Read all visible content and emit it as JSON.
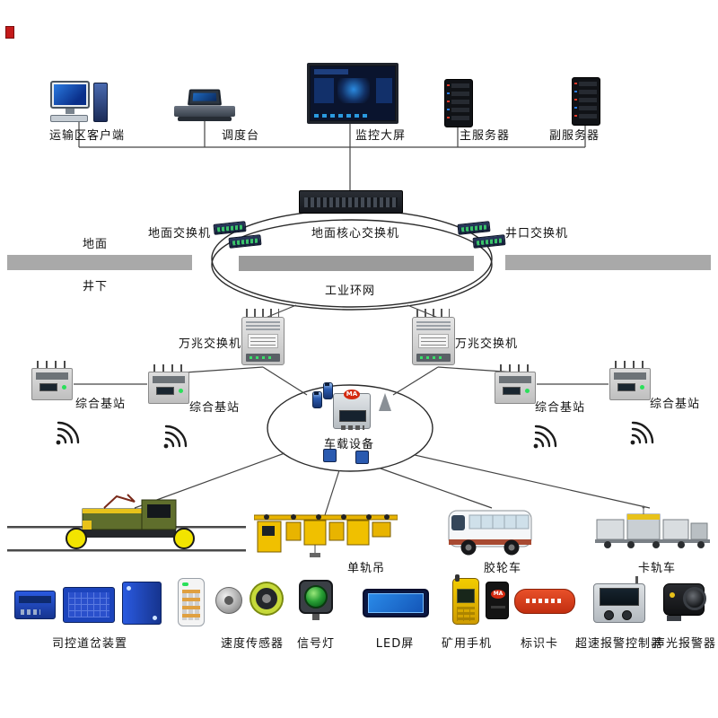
{
  "ma_mark": "MA",
  "top_devices": [
    {
      "label": "运输区客户端",
      "icon": "desktop-computer-icon"
    },
    {
      "label": "调度台",
      "icon": "dispatch-console-icon"
    },
    {
      "label": "监控大屏",
      "icon": "monitoring-wall-icon"
    },
    {
      "label": "主服务器",
      "icon": "server-rack-icon"
    },
    {
      "label": "副服务器",
      "icon": "server-rack-icon"
    }
  ],
  "network": {
    "surface_label": "地面",
    "underground_label": "井下",
    "ground_switch_label": "地面交换机",
    "core_switch_label": "地面核心交换机",
    "wellhead_switch_label": "井口交换机",
    "ring_label": "工业环网",
    "tengig_switches": [
      {
        "label": "万兆交换机"
      },
      {
        "label": "万兆交换机"
      }
    ],
    "base_stations": [
      {
        "label": "综合基站"
      },
      {
        "label": "综合基站"
      },
      {
        "label": "综合基站"
      },
      {
        "label": "综合基站"
      }
    ]
  },
  "vehicle_hub": {
    "label": "车载设备"
  },
  "vehicles": [
    {
      "label": "单轨吊",
      "icon": "monorail-crane-icon"
    },
    {
      "label": "胶轮车",
      "icon": "rubber-tired-vehicle-icon"
    },
    {
      "label": "卡轨车",
      "icon": "rail-clamp-vehicle-icon"
    }
  ],
  "bottom_devices": [
    {
      "label": "司控道岔装置",
      "icon": "switch-control-device-icon"
    },
    {
      "label": "速度传感器",
      "icon": "speed-sensor-icon"
    },
    {
      "label": "信号灯",
      "icon": "signal-light-icon"
    },
    {
      "label": "LED屏",
      "icon": "led-screen-icon"
    },
    {
      "label": "矿用手机",
      "icon": "mine-phone-icon"
    },
    {
      "label": "标识卡",
      "icon": "id-card-icon"
    },
    {
      "label": "超速报警控制器",
      "icon": "overspeed-alarm-controller-icon"
    },
    {
      "label": "声光报警器",
      "icon": "sound-light-alarm-icon"
    }
  ],
  "colors": {
    "wire": "#3a3a3a",
    "divider_gray": "#a9a9a9",
    "device_blue": "#2a5ae0",
    "machine_yellow": "#e8b400",
    "alert_red": "#d42a10"
  }
}
